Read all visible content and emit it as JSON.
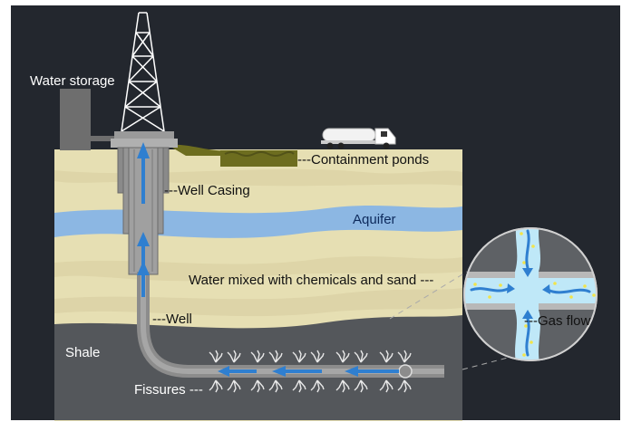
{
  "labels": {
    "water_storage": "Water storage",
    "well_casing": "---Well Casing",
    "containment_ponds": "---Containment ponds",
    "aquifer": "Aquifer",
    "water_mixed": "Water mixed with chemicals and sand ---",
    "well": "---Well",
    "gas_flow": "---Gas flow",
    "shale": "Shale",
    "fissures": "Fissures ---"
  },
  "colors": {
    "background": "#23272e",
    "soil": "#e6dfb3",
    "aquifer": "#8cb7e3",
    "shale": "#54575b",
    "pipe": "#8c8c8c",
    "arrow": "#2f7fd0",
    "pond": "#6d6d1f",
    "fissure": "#e8e8e8",
    "lens_water": "#bfe8f8"
  }
}
